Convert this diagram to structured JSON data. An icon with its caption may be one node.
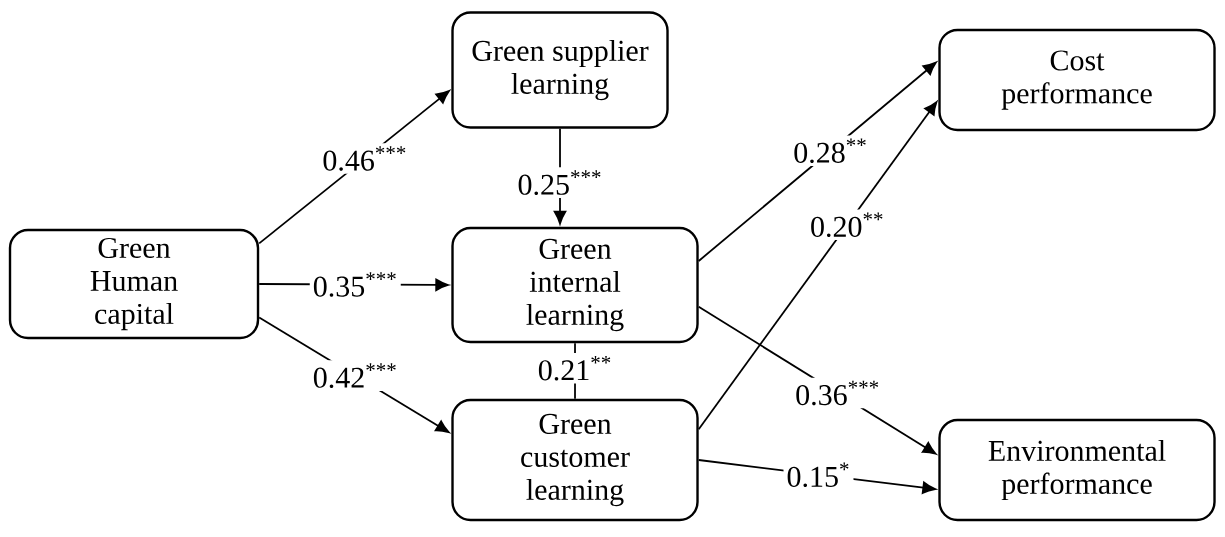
{
  "diagram": {
    "nodes": [
      {
        "text": [
          "Green Human capital"
        ]
      },
      {
        "text": [
          "Green supplier learning"
        ]
      },
      {
        "text": [
          "Green internal learning"
        ]
      },
      {
        "text": [
          "Green customer learning"
        ]
      },
      {
        "text": [
          "Cost performance"
        ]
      },
      {
        "text": [
          "Environmental performance"
        ]
      }
    ],
    "edges": [
      {
        "from": 0,
        "to": 1,
        "arrow": "to",
        "label": "0.46$^{***}$"
      },
      {
        "from": 0,
        "to": 2,
        "arrow": "to",
        "label": "0.35$^{***}$"
      },
      {
        "from": 0,
        "to": 3,
        "arrow": "to",
        "label": "0.42$^{***}$"
      },
      {
        "from": 1,
        "to": 2,
        "arrow": "to",
        "label": "0.25$^{***}$"
      },
      {
        "from": 3,
        "to": 2,
        "arrow": "none",
        "label": "0.21$^{**}$"
      },
      {
        "from": 2,
        "to": 4,
        "arrow": "to",
        "label": "0.28$^{**}$"
      },
      {
        "from": 3,
        "to": 4,
        "arrow": "to",
        "label": "0.20$^{**}$"
      },
      {
        "from": 2,
        "to": 5,
        "arrow": "to",
        "label": "0.36$^{***}$"
      },
      {
        "from": 3,
        "to": 5,
        "arrow": "to",
        "label": "0.15$^{*}$"
      }
    ]
  }
}
